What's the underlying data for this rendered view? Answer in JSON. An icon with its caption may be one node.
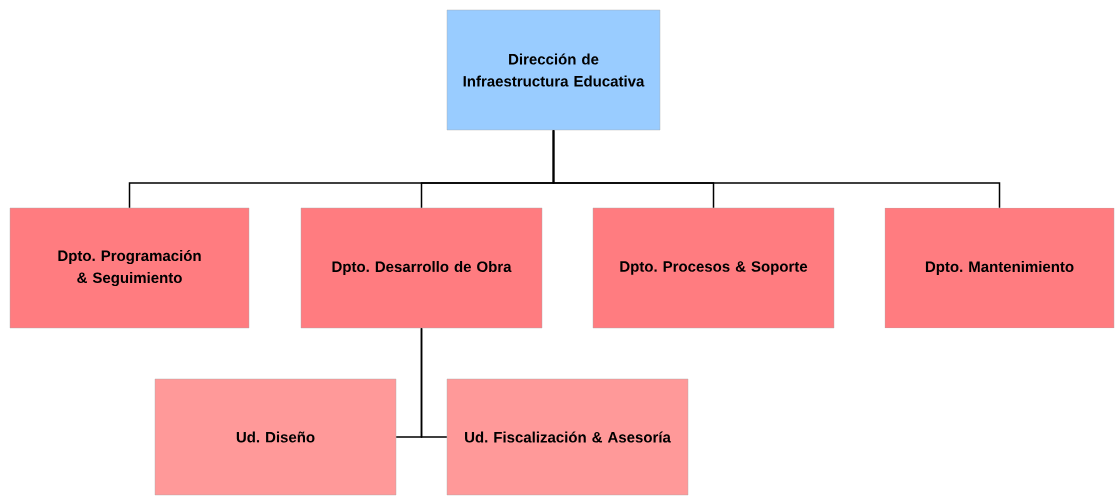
{
  "diagram": {
    "nodes": [
      {
        "text": [
          "Dirección de Infraestructura Educativa"
        ]
      },
      {
        "text": [
          "Dpto. Programación & Seguimiento"
        ]
      },
      {
        "text": [
          "Dpto. Desarrollo de Obra"
        ]
      },
      {
        "text": [
          "Dpto. Procesos & Soporte"
        ]
      },
      {
        "text": [
          "Dpto. Mantenimiento"
        ]
      },
      {
        "text": [
          "Ud. Diseño"
        ]
      },
      {
        "text": [
          "Ud. Fiscalización & Asesoría"
        ]
      }
    ],
    "edges": [
      {
        "from": 0,
        "to": 1,
        "arrow": "none"
      },
      {
        "from": 0,
        "to": 2,
        "arrow": "none"
      },
      {
        "from": 0,
        "to": 3,
        "arrow": "none"
      },
      {
        "from": 0,
        "to": 4,
        "arrow": "none"
      },
      {
        "from": 2,
        "to": 5,
        "arrow": "none"
      },
      {
        "from": 2,
        "to": 6,
        "arrow": "none"
      }
    ]
  }
}
